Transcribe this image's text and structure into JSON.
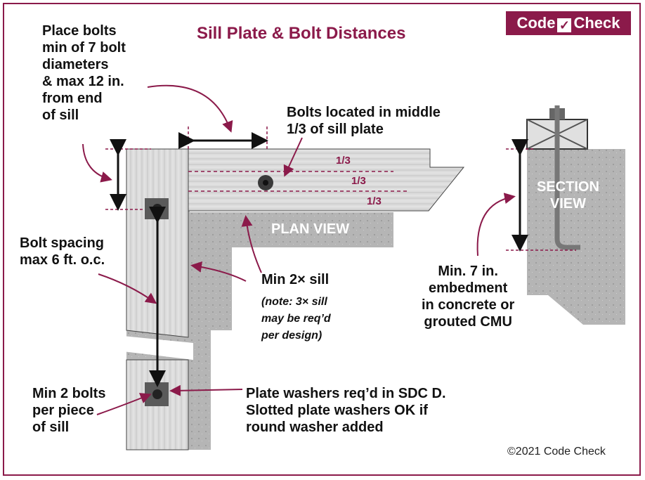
{
  "title": "Sill Plate & Bolt Distances",
  "logo": {
    "left": "Code",
    "right": "Check",
    "icon": "check-mark-icon"
  },
  "labels": {
    "end_distance": "Place bolts\nmin of 7 bolt\ndiameters\n& max 12 in.\nfrom end\nof sill",
    "middle_third": "Bolts located in middle\n1/3 of sill plate",
    "thirds": [
      "1/3",
      "1/3",
      "1/3"
    ],
    "plan_view": "PLAN VIEW",
    "section_view": "SECTION\nVIEW",
    "spacing": "Bolt spacing\nmax 6 ft. o.c.",
    "min_sill": "Min 2× sill",
    "sill_note": "(note: 3× sill\nmay be req’d\nper design)",
    "embedment": "Min. 7 in.\nembedment\nin concrete or\ngrouted CMU",
    "min_bolts": "Min 2 bolts\nper piece\nof sill",
    "washers": "Plate washers req’d in SDC D.\nSlotted plate washers OK if\nround washer added"
  },
  "copyright": "©2021 Code Check",
  "colors": {
    "accent": "#8b1a4a",
    "wood": "#d9d9d9",
    "concrete": "#b3b3b3"
  }
}
